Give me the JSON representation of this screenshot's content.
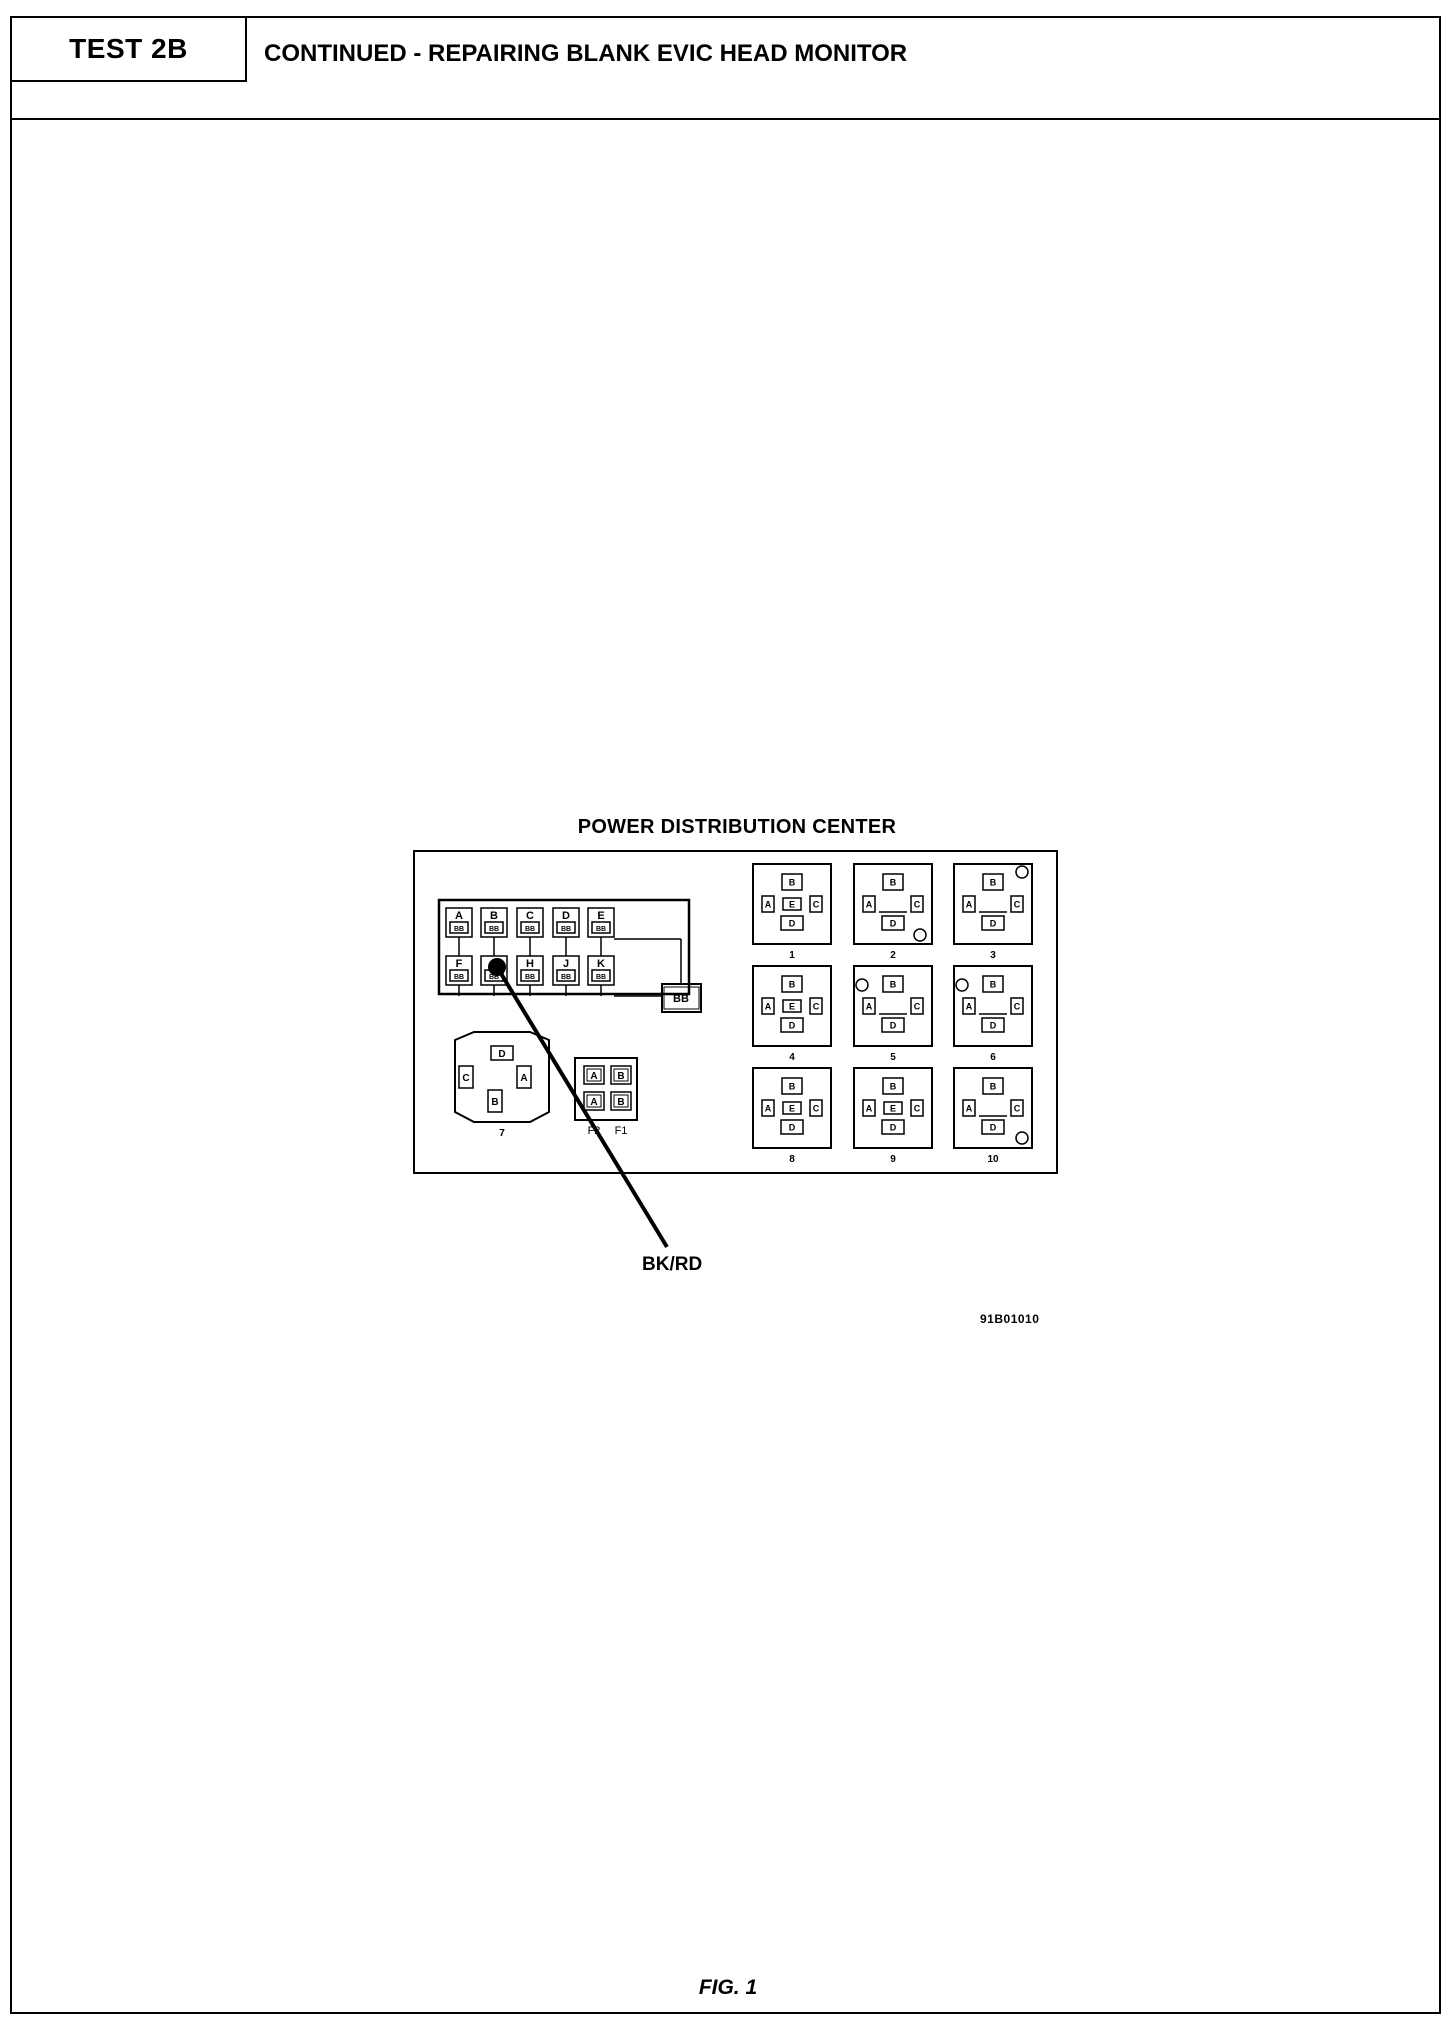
{
  "header": {
    "test_label": "TEST 2B",
    "title": "CONTINUED - REPAIRING BLANK EVIC HEAD MONITOR"
  },
  "diagram": {
    "title": "POWER DISTRIBUTION CENTER",
    "wire_label": "BK/RD",
    "ref_code": "91B01010",
    "fuse_row_top": [
      "A",
      "B",
      "C",
      "D",
      "E"
    ],
    "fuse_row_bottom": [
      "F",
      "",
      "H",
      "J",
      "K"
    ],
    "fuse_terminal_label": "BB",
    "connector_label": "BB",
    "small_block": {
      "top": [
        "A",
        "B"
      ],
      "bottom": [
        "A",
        "B"
      ],
      "labels": [
        "F2",
        "F1"
      ]
    },
    "relay_7": {
      "number": "7",
      "pins": [
        "D",
        "C",
        "A",
        "B"
      ]
    },
    "relays": [
      {
        "number": "1",
        "pins": [
          "B",
          "A",
          "E",
          "C",
          "D"
        ]
      },
      {
        "number": "2",
        "pins": [
          "B",
          "A",
          "C",
          "D"
        ]
      },
      {
        "number": "3",
        "pins": [
          "B",
          "A",
          "C",
          "D"
        ]
      },
      {
        "number": "4",
        "pins": [
          "B",
          "A",
          "E",
          "C",
          "D"
        ]
      },
      {
        "number": "5",
        "pins": [
          "B",
          "A",
          "C",
          "D"
        ]
      },
      {
        "number": "6",
        "pins": [
          "B",
          "A",
          "C",
          "D"
        ]
      },
      {
        "number": "8",
        "pins": [
          "B",
          "A",
          "E",
          "C",
          "D"
        ]
      },
      {
        "number": "9",
        "pins": [
          "B",
          "A",
          "E",
          "C",
          "D"
        ]
      },
      {
        "number": "10",
        "pins": [
          "B",
          "A",
          "C",
          "D"
        ]
      }
    ]
  },
  "figure": {
    "caption": "FIG. 1"
  }
}
